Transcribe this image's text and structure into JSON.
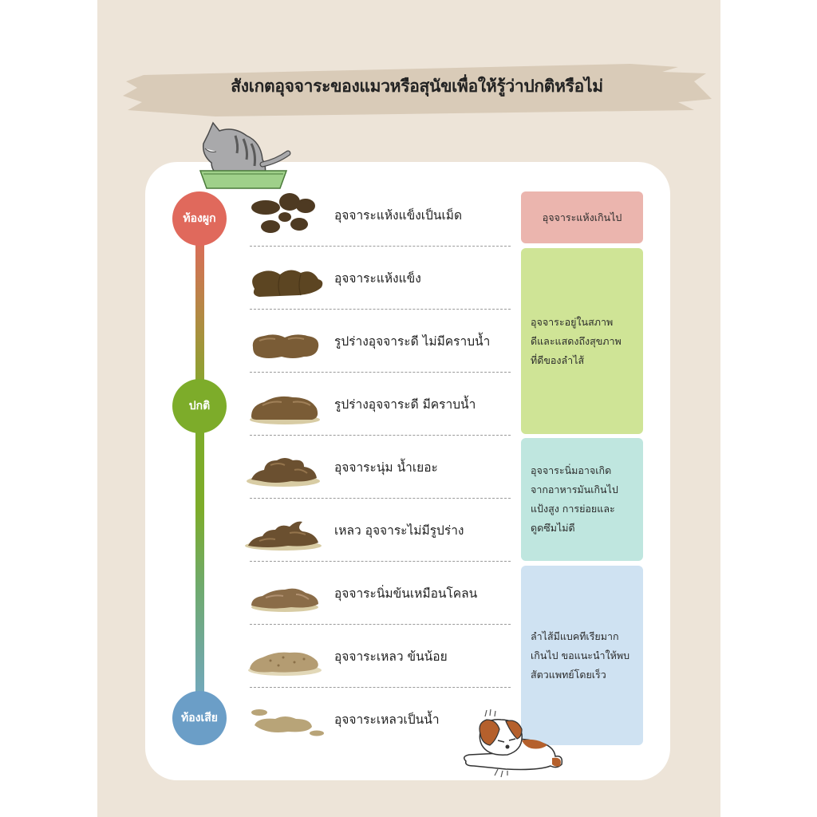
{
  "header": {
    "title": "สังเกตอุจจาระของแมวหรือสุนัขเพื่อให้รู้ว่าปกติหรือไม่"
  },
  "stages": [
    {
      "label": "ท้องผูก",
      "color": "#e0695c"
    },
    {
      "label": "ปกติ",
      "color": "#7dac2a"
    },
    {
      "label": "ท้องเสีย",
      "color": "#6b9ec7"
    }
  ],
  "stool_types": [
    {
      "label": "อุจจาระแห้งแข็งเป็นเม็ด",
      "icon": "pellet-stool-icon"
    },
    {
      "label": "อุจจาระแห้งแข็ง",
      "icon": "hard-lumpy-stool-icon"
    },
    {
      "label": "รูปร่างอุจจาระดี ไม่มีคราบน้ำ",
      "icon": "formed-stool-icon"
    },
    {
      "label": "รูปร่างอุจจาระดี มีคราบน้ำ",
      "icon": "formed-moist-stool-icon"
    },
    {
      "label": "อุจจาระนุ่ม น้ำเยอะ",
      "icon": "soft-stool-icon"
    },
    {
      "label": "เหลว อุจจาระไม่มีรูปร่าง",
      "icon": "shapeless-stool-icon"
    },
    {
      "label": "อุจจาระนิ่มข้นเหมือนโคลน",
      "icon": "mushy-stool-icon"
    },
    {
      "label": "อุจจาระเหลว ข้นน้อย",
      "icon": "loose-stool-icon"
    },
    {
      "label": "อุจจาระเหลวเป็นน้ำ",
      "icon": "watery-stool-icon"
    }
  ],
  "notes": [
    {
      "text": "อุจจาระแห้งเกินไป",
      "color": "#ebb5ae"
    },
    {
      "text": "อุจจาระอยู่ในสภาพ\nดีและแสดงถึงสุขภาพ\nที่ดีของลำไส้",
      "color": "#cfe496"
    },
    {
      "text": "อุจจาระนิ่มอาจเกิด\nจากอาหารมันเกินไป\nแป้งสูง การย่อยและ\nดูดซึมไม่ดี",
      "color": "#bfe6df"
    },
    {
      "text": "ลำไส้มีแบคทีเรียมาก\nเกินไป ขอแนะนำให้พบ\nสัตวแพทย์โดยเร็ว",
      "color": "#cfe2f2"
    }
  ],
  "illustrations": {
    "top": "cat-in-litter-box-icon",
    "bottom": "sick-dog-icon"
  }
}
